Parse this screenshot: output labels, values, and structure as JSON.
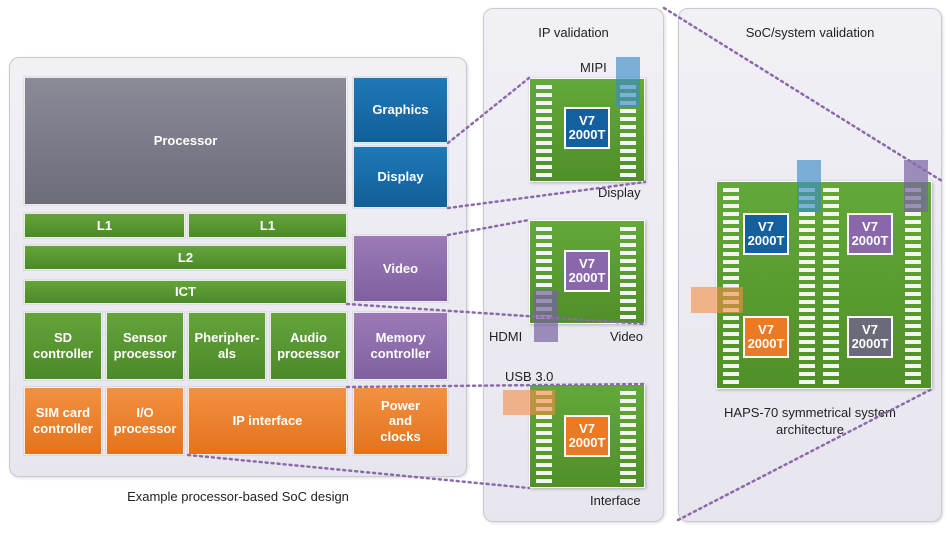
{
  "soc": {
    "caption": "Example processor-based SoC design",
    "blocks": {
      "processor": "Processor",
      "graphics": "Graphics",
      "display": "Display",
      "l1a": "L1",
      "l1b": "L1",
      "l2": "L2",
      "ict": "ICT",
      "video": "Video",
      "sd": "SD\ncontroller",
      "sensor": "Sensor\nprocessor",
      "peripherals": "Pheripher-\nals",
      "audio": "Audio\nprocessor",
      "memory": "Memory\ncontroller",
      "sim": "SIM card\ncontroller",
      "io": "I/O\nprocessor",
      "ip_interface": "IP interface",
      "power": "Power\nand\nclocks"
    }
  },
  "ip_validation": {
    "title": "IP validation",
    "chip_label": "V7\n2000T",
    "boards": [
      {
        "top_label": "MIPI",
        "bottom_label": "Display"
      },
      {
        "left_label": "HDMI",
        "bottom_label": "Video"
      },
      {
        "top_label": "USB 3.0",
        "bottom_label": "Interface"
      }
    ]
  },
  "system_validation": {
    "title": "SoC/system validation",
    "chip_label": "V7\n2000T",
    "caption": "HAPS-70 symmetrical system\narchitecture"
  },
  "colors": {
    "processor": "#7a7a88",
    "graphics_blue": "#1a6fae",
    "video_purple": "#8e6dad",
    "bus_green": "#5a9b32",
    "io_orange": "#ef8230",
    "connector_line": "#8a6aaa"
  }
}
